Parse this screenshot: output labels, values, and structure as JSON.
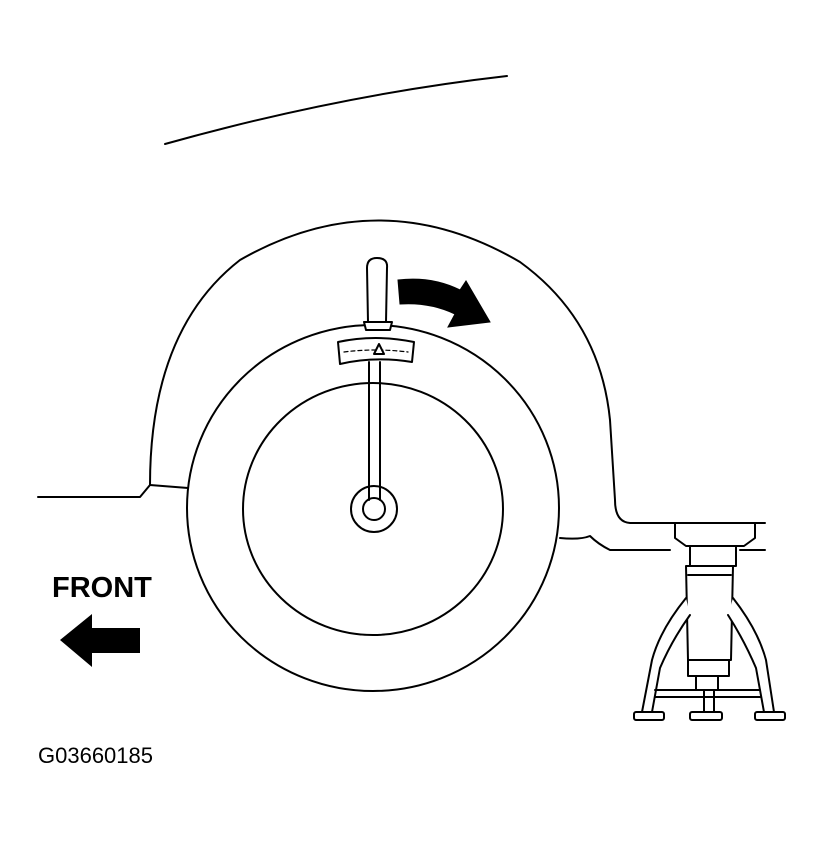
{
  "diagram": {
    "direction_label": "FRONT",
    "figure_code": "G03660185",
    "icons": {
      "front_arrow": "arrow-left-icon",
      "rotation_arrow": "curved-arrow-clockwise-icon"
    },
    "parts": [
      "vehicle-body",
      "wheel-arch",
      "tire",
      "wheel-rim",
      "hub",
      "torque-wrench",
      "torque-scale",
      "jack-stand"
    ]
  }
}
